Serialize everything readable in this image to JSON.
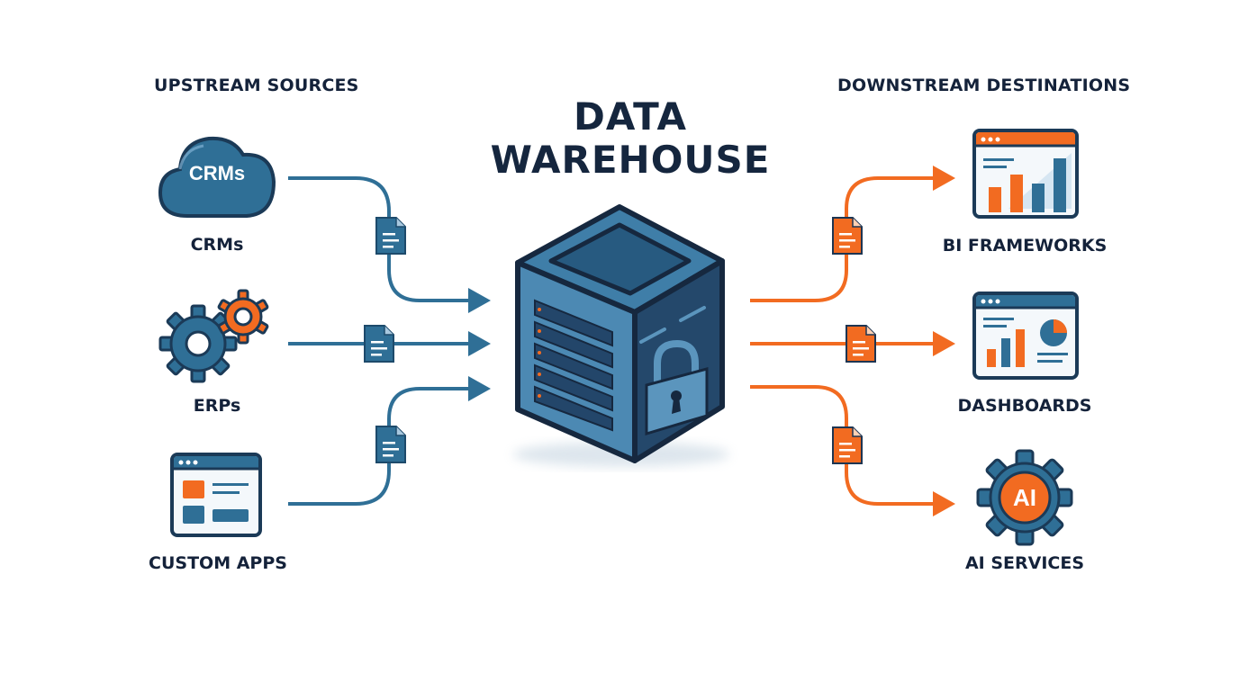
{
  "title": {
    "line1": "DATA",
    "line2": "WAREHOUSE"
  },
  "upstream": {
    "heading": "UPSTREAM SOURCES",
    "items": [
      {
        "label": "CRMs",
        "icon": "cloud-icon",
        "icon_text": "CRMs"
      },
      {
        "label": "ERPs",
        "icon": "gears-icon"
      },
      {
        "label": "CUSTOM APPS",
        "icon": "app-window-icon"
      }
    ]
  },
  "downstream": {
    "heading": "DOWNSTREAM DESTINATIONS",
    "items": [
      {
        "label": "BI FRAMEWORKS",
        "icon": "bar-chart-window-icon"
      },
      {
        "label": "DASHBOARDS",
        "icon": "dashboard-window-icon"
      },
      {
        "label": "AI SERVICES",
        "icon": "ai-gear-icon",
        "icon_text": "AI"
      }
    ]
  },
  "colors": {
    "blue": "#2f6f96",
    "dark_blue": "#1d4a6b",
    "orange": "#f26b21",
    "navy": "#15263e",
    "light_blue": "#5b95bd"
  }
}
